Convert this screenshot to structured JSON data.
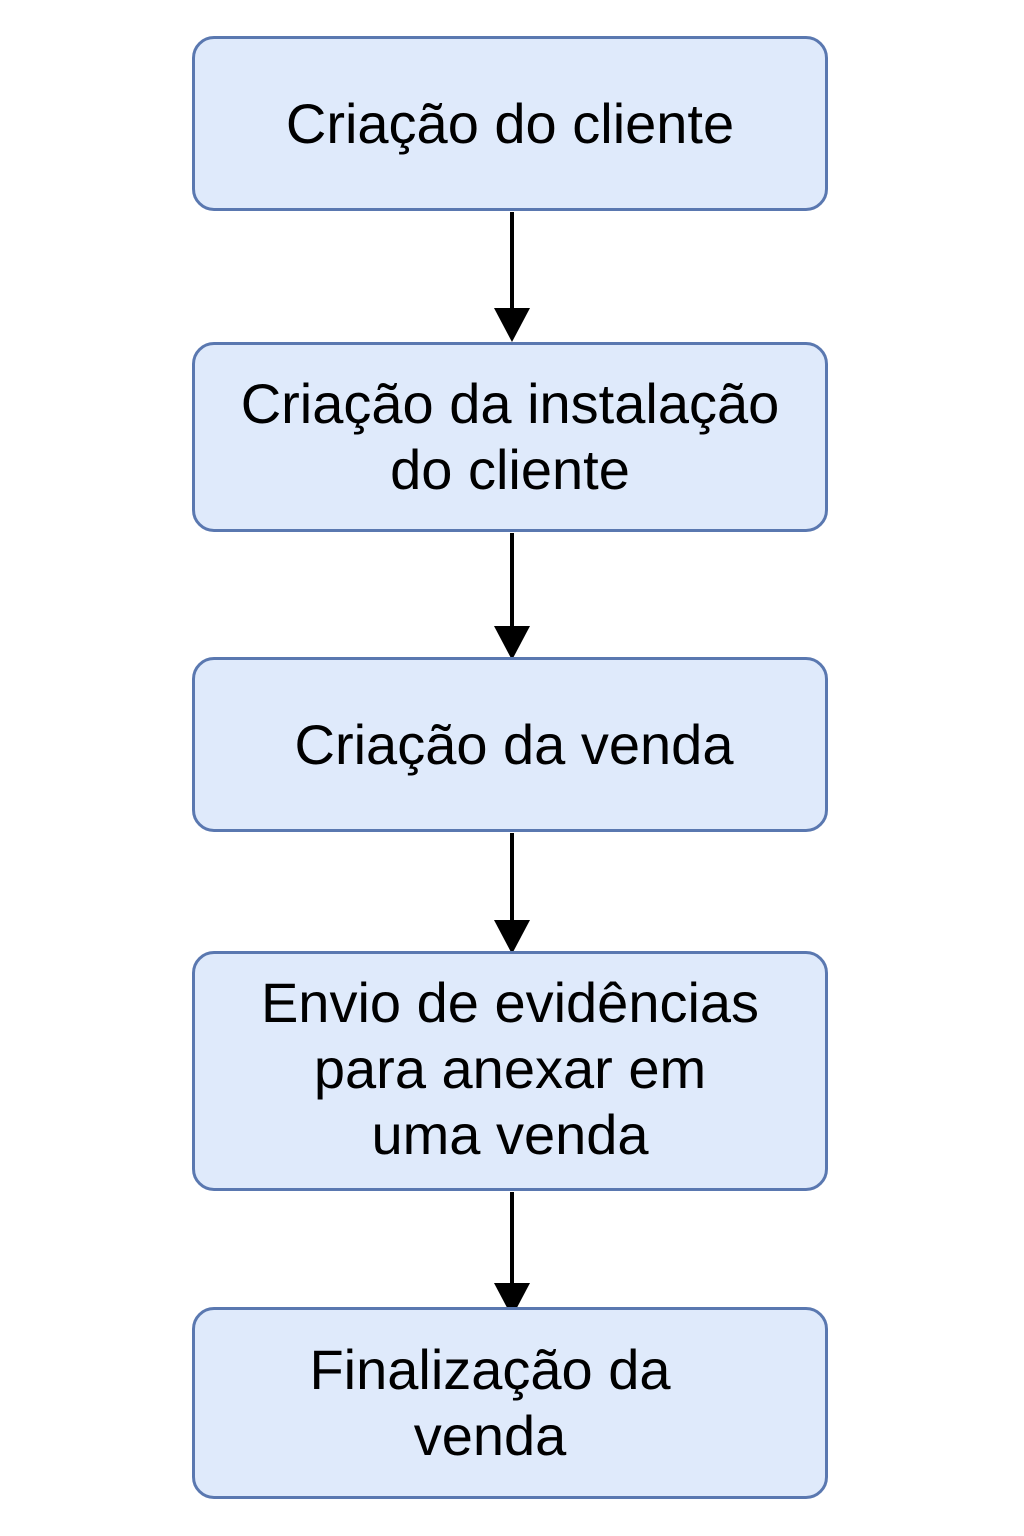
{
  "diagram": {
    "steps": [
      {
        "label": "Criação do cliente"
      },
      {
        "label": "Criação da instalação\ndo cliente"
      },
      {
        "label": "Criação da venda"
      },
      {
        "label": "Envio de evidências\npara anexar em\numa venda"
      },
      {
        "label": "Finalização da\nvenda"
      }
    ]
  },
  "colors": {
    "box_fill": "#dfeafb",
    "box_border": "#5a78b0",
    "arrow": "#000000",
    "text": "#000000"
  }
}
